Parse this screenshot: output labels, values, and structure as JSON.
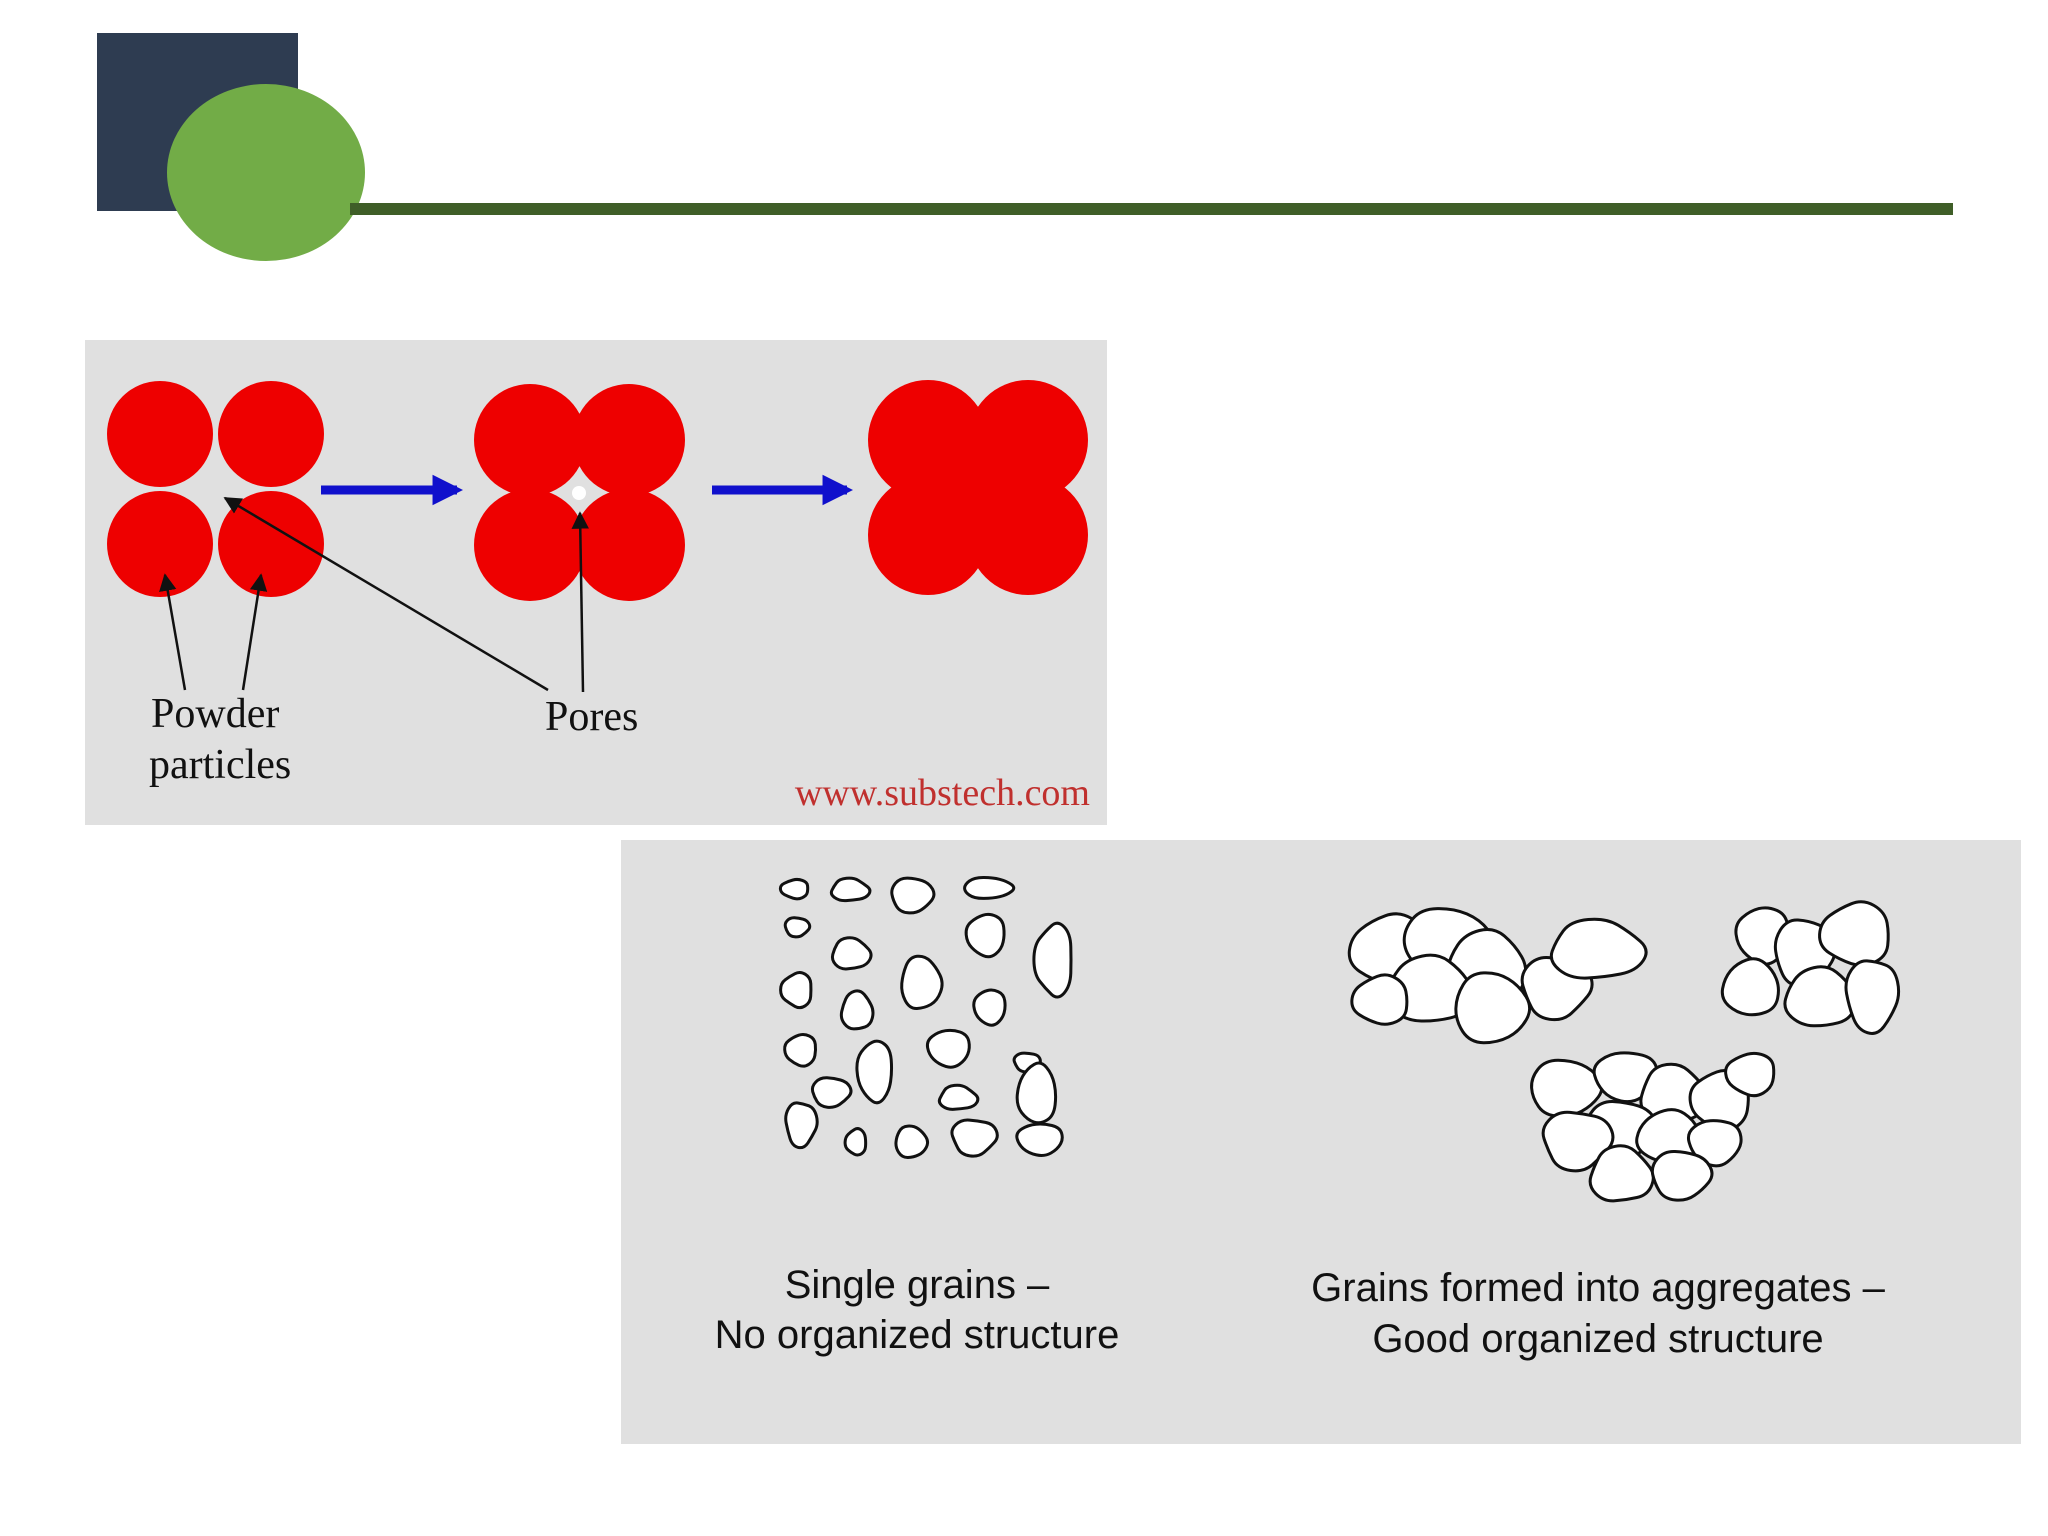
{
  "colors": {
    "accent_dark": "#2e3c51",
    "accent_green": "#72ac47",
    "rule_green": "#3f5e28",
    "panel_bg": "#e0e0e0",
    "particle_red": "#ee0000",
    "arrow_blue": "#1010cc",
    "credit_red": "#c0302e"
  },
  "sintering_figure": {
    "label_powder_line1": "Powder",
    "label_powder_line2": "particles",
    "label_pores": "Pores",
    "credit": "www.substech.com"
  },
  "soil_figure": {
    "single_caption_line1": "Single grains –",
    "single_caption_line2": "No organized structure",
    "aggregate_caption_line1": "Grains formed into aggregates –",
    "aggregate_caption_line2": "Good organized structure"
  }
}
